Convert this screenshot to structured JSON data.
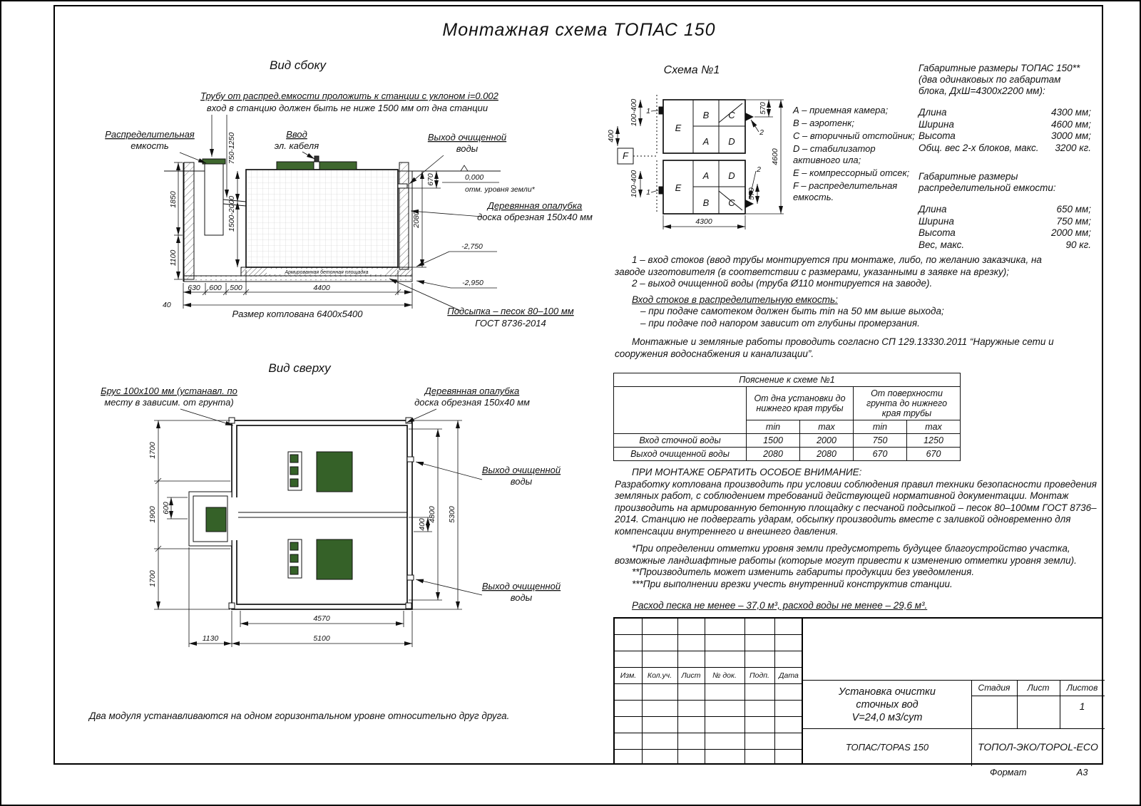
{
  "colors": {
    "lid_green": "#3f672e",
    "module_green": "#356128"
  },
  "title": "Монтажная схема ТОПАС 150",
  "side_view": {
    "heading": "Вид сбоку",
    "pipe_note_line1": "Трубу от распред.емкости проложить к станции с уклоном i=0.002",
    "pipe_note_line2": "вход в станцию должен быть не ниже 1500 мм от дна станции",
    "dist_tank_line1": "Распределительная",
    "dist_tank_line2": "емкость",
    "cable_line1": "Ввод",
    "cable_line2": "эл. кабеля",
    "outlet_line1": "Выход очищенной",
    "outlet_line2": "воды",
    "formwork_line1": "Деревянная опалубка",
    "formwork_line2": "доска обрезная 150x40 мм",
    "concrete_label": "Армированная бетонная площадка",
    "sand_line1": "Подсыпка – песок 80–100 мм",
    "sand_line2": "ГОСТ 8736-2014",
    "level_zero": "0,000",
    "level_zero_note": "отм. уровня земли*",
    "level_minus_1": "-2,750",
    "level_minus_2": "-2,950",
    "dim_750_1250": "750-1250",
    "dim_1850": "1850",
    "dim_1100": "1100",
    "dim_1500_2000": "1500-2000",
    "dim_670": "670",
    "dim_2080": "2080",
    "dim_630": "630",
    "dim_600": "600",
    "dim_500": "500",
    "dim_4400": "4400",
    "dim_40": "40",
    "pit_size": "Размер котлована 6400x5400"
  },
  "top_view": {
    "heading": "Вид сверху",
    "beam_line1": "Брус 100x100 мм (устанавл. по",
    "beam_line2": "месту в зависим. от грунта)",
    "formwork_line1": "Деревянная опалубка",
    "formwork_line2": "доска обрезная 150x40 мм",
    "outlet1_line1": "Выход очищенной",
    "outlet1_line2": "воды",
    "outlet2_line1": "Выход очищенной",
    "outlet2_line2": "воды",
    "dim_1700_top": "1700",
    "dim_1900": "1900",
    "dim_600": "600",
    "dim_1700_bottom": "1700",
    "dim_400": "400",
    "dim_4800": "4800",
    "dim_5300": "5300",
    "dim_4570": "4570",
    "dim_5100": "5100",
    "dim_1130": "1130",
    "note": "Два модуля устанавливаются на одном горизонтальном уровне относительно друг друга."
  },
  "scheme": {
    "heading": "Схема №1",
    "cells": {
      "a": "A",
      "b": "B",
      "c": "C",
      "d": "D",
      "e": "E",
      "f": "F"
    },
    "marker_1": "1",
    "marker_2": "2",
    "dim_570_top": "570",
    "dim_570_bottom": "570",
    "dim_400": "400",
    "dim_100_400_top": "100-400",
    "dim_100_400_bottom": "100-400",
    "dim_4600": "4600",
    "dim_4300": "4300",
    "legend": [
      "А – приемная камера;",
      "B – аэротенк;",
      "C – вторичный отстойник;",
      "D – стабилизатор активного ила;",
      "E – компрессорный отсек;",
      "F – распределительная емкость."
    ]
  },
  "dims_station": {
    "heading": "Габаритные размеры ТОПАС 150**",
    "subheading": "(два одинаковых по габаритам блока, ДхШ=4300х2200 мм):",
    "rows": [
      {
        "label": "Длина",
        "value": "4300 мм;"
      },
      {
        "label": "Ширина",
        "value": "4600 мм;"
      },
      {
        "label": "Высота",
        "value": "3000 мм;"
      },
      {
        "label": "Общ. вес 2-х блоков, макс.",
        "value": "3200 кг."
      }
    ]
  },
  "dims_tank": {
    "heading": "Габаритные размеры распределительной емкости:",
    "rows": [
      {
        "label": "Длина",
        "value": "650 мм;"
      },
      {
        "label": "Ширина",
        "value": "750 мм;"
      },
      {
        "label": "Высота",
        "value": "2000 мм;"
      },
      {
        "label": "Вес, макс.",
        "value": "90 кг."
      }
    ]
  },
  "notes": {
    "note1": "1 – вход  стоков (ввод трубы монтируется при монтаже, либо, по желанию заказчика, на заводе изготовителя (в соответствии с размерами, указанными в заявке на врезку);",
    "note2": "2 – выход очищенной воды (труба Ø110 монтируется на заводе).",
    "inlet_heading": "Вход стоков в распределительную емкость:",
    "inlet_item1": "– при подаче самотеком должен быть min на 50 мм выше выхода;",
    "inlet_item2": "– при подаче под напором зависит от глубины промерзания.",
    "sp_note": "Монтажные и земляные работы проводить согласно СП 129.13330.2011 “Наружные сети и сооружения водоснабжения и канализации”."
  },
  "table": {
    "title": "Пояснение к схеме №1",
    "col_group1": "От дна установки до нижнего края трубы",
    "col_group2": "От поверхности грунта до нижнего края трубы",
    "min1": "min",
    "max1": "max",
    "min2": "min",
    "max2": "max",
    "rows": [
      {
        "label": "Вход сточной воды",
        "v1": "1500",
        "v2": "2000",
        "v3": "750",
        "v4": "1250"
      },
      {
        "label": "Выход очищенной воды",
        "v1": "2080",
        "v2": "2080",
        "v3": "670",
        "v4": "670"
      }
    ]
  },
  "attention": {
    "heading": "ПРИ МОНТАЖЕ ОБРАТИТЬ ОСОБОЕ ВНИМАНИЕ:",
    "body": "Разработку котлована производить при условии соблюдения правил техники безопасности проведения земляных работ, с соблюдением требований действующей нормативной документации.  Монтаж производить на армированную бетонную площадку с песчаной подсыпкой – песок 80–100мм ГОСТ 8736–2014. Станцию не подвергать ударам, обсыпку производить вместе с заливкой одновременно для компенсации внутреннего и внешнего давления.",
    "star1": "*При определении отметки уровня земли предусмотреть будущее благоустройство участка, возможные ландшафтные работы (которые могут привести к изменению отметки уровня земли).",
    "star2": "**Производитель может изменить габариты продукции без уведомления.",
    "star3": "***При выполнении врезки учесть внутренний конструктив станции.",
    "consumption": "Расход песка не менее – 37,0 м³, расход воды не менее – 29,6 м³."
  },
  "title_block": {
    "labels": [
      "Изм.",
      "Кол.уч.",
      "Лист",
      "№ док.",
      "Подп.",
      "Дата"
    ],
    "doc_title_line1": "Установка очистки",
    "doc_title_line2": "сточных вод",
    "doc_title_line3": "V=24,0 м3/сут",
    "stage_label": "Стадия",
    "sheet_label": "Лист",
    "sheets_label": "Листов",
    "sheets_value": "1",
    "model": "ТОПАС/TOPAS 150",
    "company": "ТОПОЛ-ЭКО/TOPOL-ECO",
    "format_label": "Формат",
    "format_value": "А3"
  }
}
